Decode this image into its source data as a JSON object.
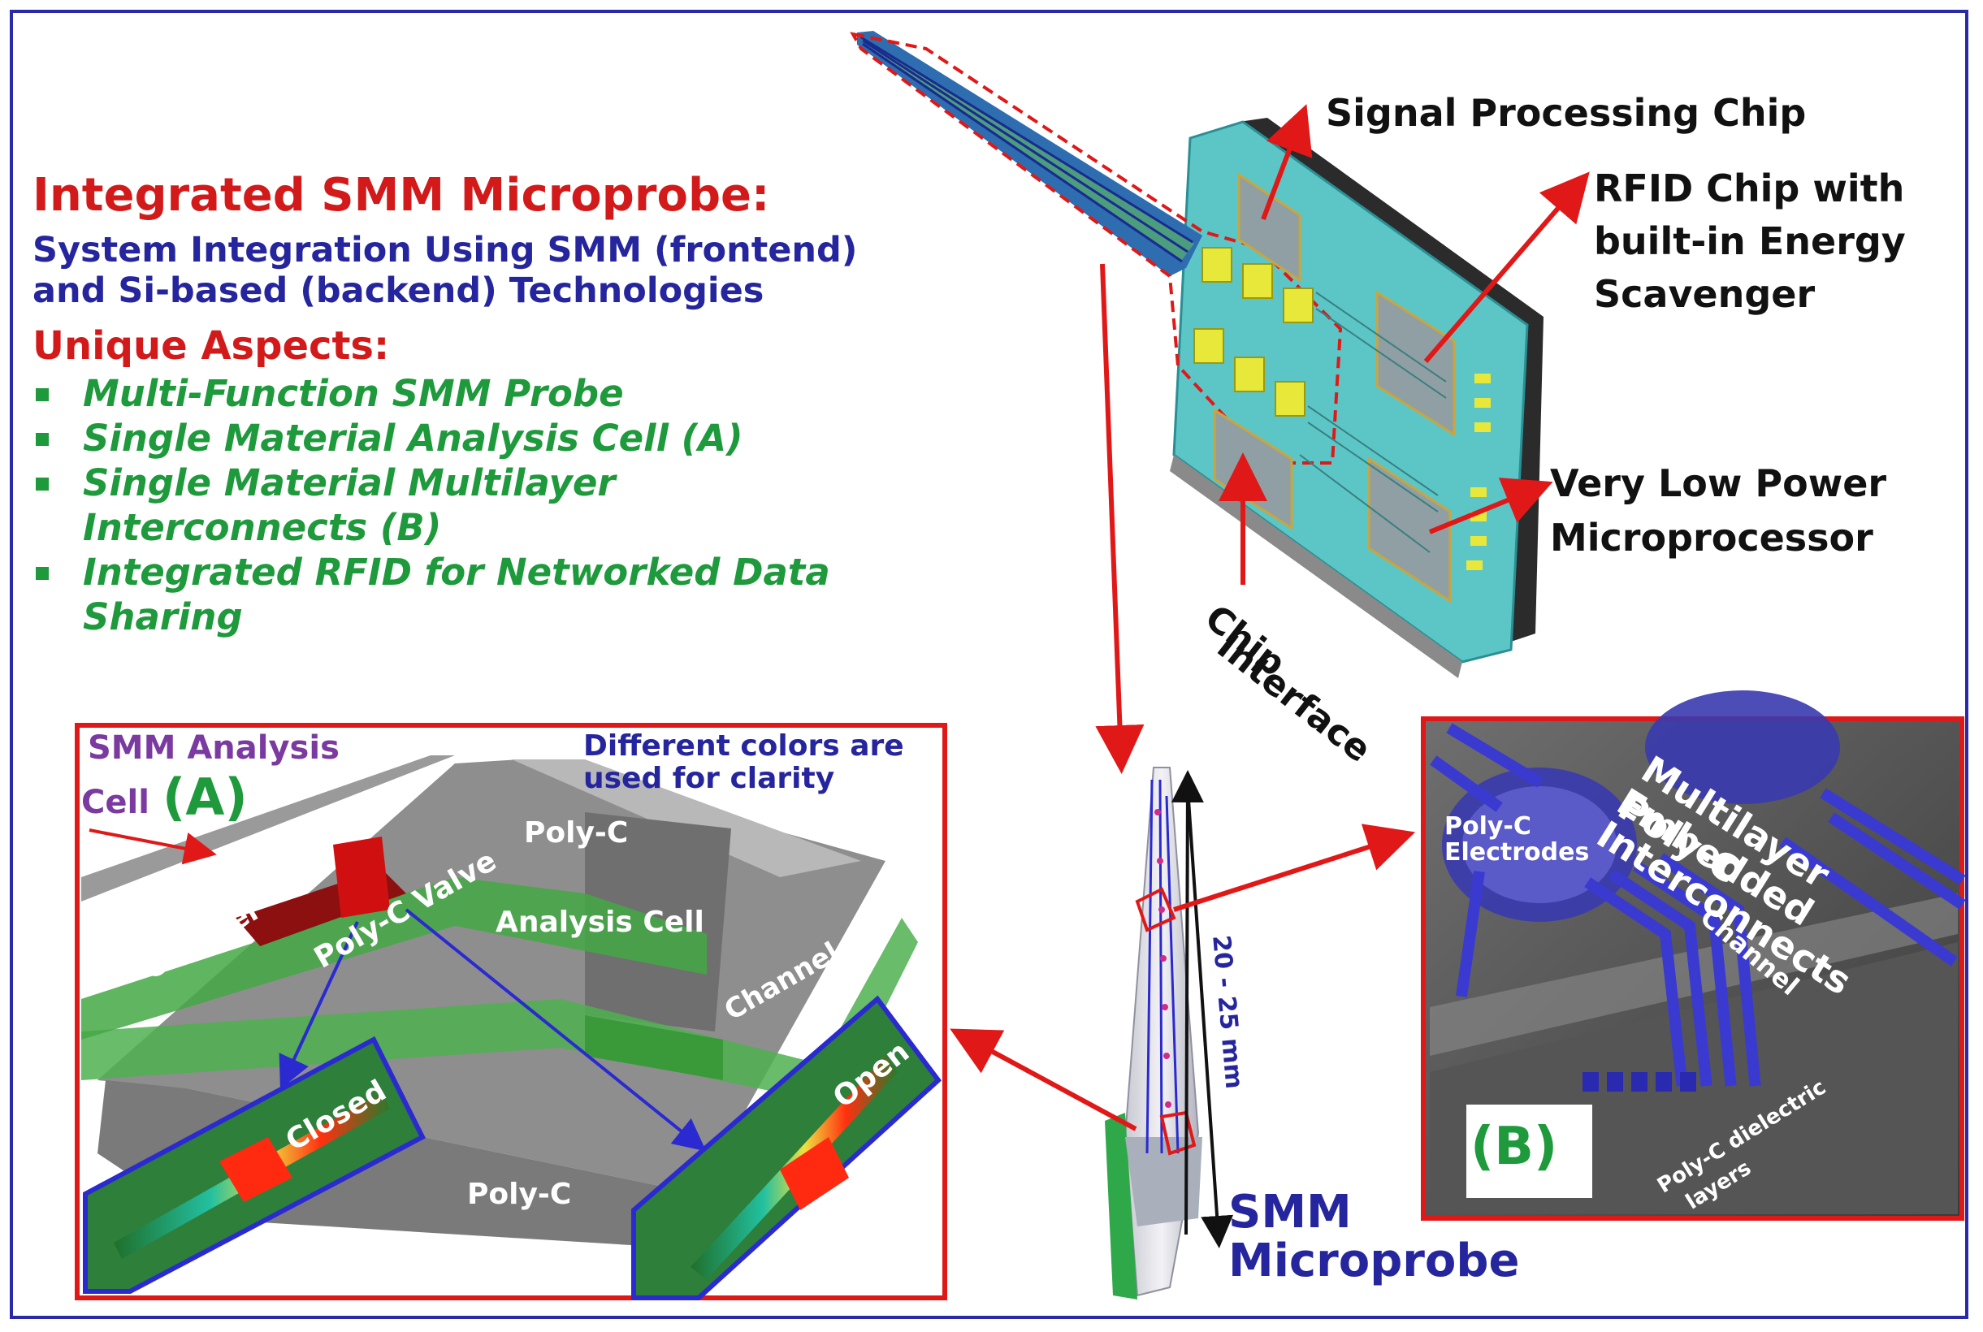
{
  "colors": {
    "frame": "#2a2aa8",
    "red": "#d31a1a",
    "blue": "#25259e",
    "green": "#1e9a3c",
    "purple": "#7a3aa0"
  },
  "header": {
    "title": "Integrated SMM Microprobe:",
    "subtitle_line1": "System Integration Using SMM (frontend)",
    "subtitle_line2": "and Si-based (backend) Technologies"
  },
  "aspects": {
    "heading": "Unique Aspects:",
    "items": [
      [
        "Multi-Function SMM Probe"
      ],
      [
        "Single Material Analysis Cell (A)"
      ],
      [
        "Single Material Multilayer",
        "Interconnects (B)"
      ],
      [
        "Integrated RFID for Networked Data",
        "Sharing"
      ]
    ]
  },
  "chip_labels": {
    "signal": "Signal Processing Chip",
    "rfid_1": "RFID Chip with",
    "rfid_2": "built-in Energy",
    "rfid_3": "Scavenger",
    "micro_1": "Very Low Power",
    "micro_2": "Microprocessor",
    "interface_1": "Interface",
    "interface_2": "Chip"
  },
  "panel_a": {
    "title_1": "SMM Analysis",
    "title_2": "Cell",
    "letter": "(A)",
    "note_1": "Different colors are",
    "note_2": "used for clarity",
    "polyc_top": "Poly-C",
    "channel_left": "Channel",
    "valve": "Poly-C Valve",
    "analysis_cell": "Analysis Cell",
    "channel_right": "Channel",
    "closed": "Closed",
    "open": "Open",
    "polyc_bottom": "Poly-C"
  },
  "probe": {
    "length": "20 - 25 mm",
    "label_1": "SMM",
    "label_2": "Microprobe"
  },
  "panel_b": {
    "title_1": "Multilayer Poly-C",
    "title_2": "Embedded",
    "title_3": "Interconnects",
    "electrodes_1": "Poly-C",
    "electrodes_2": "Electrodes",
    "channel": "Channel",
    "dielectric_1": "Poly-C dielectric",
    "dielectric_2": "layers",
    "letter": "(B)"
  }
}
